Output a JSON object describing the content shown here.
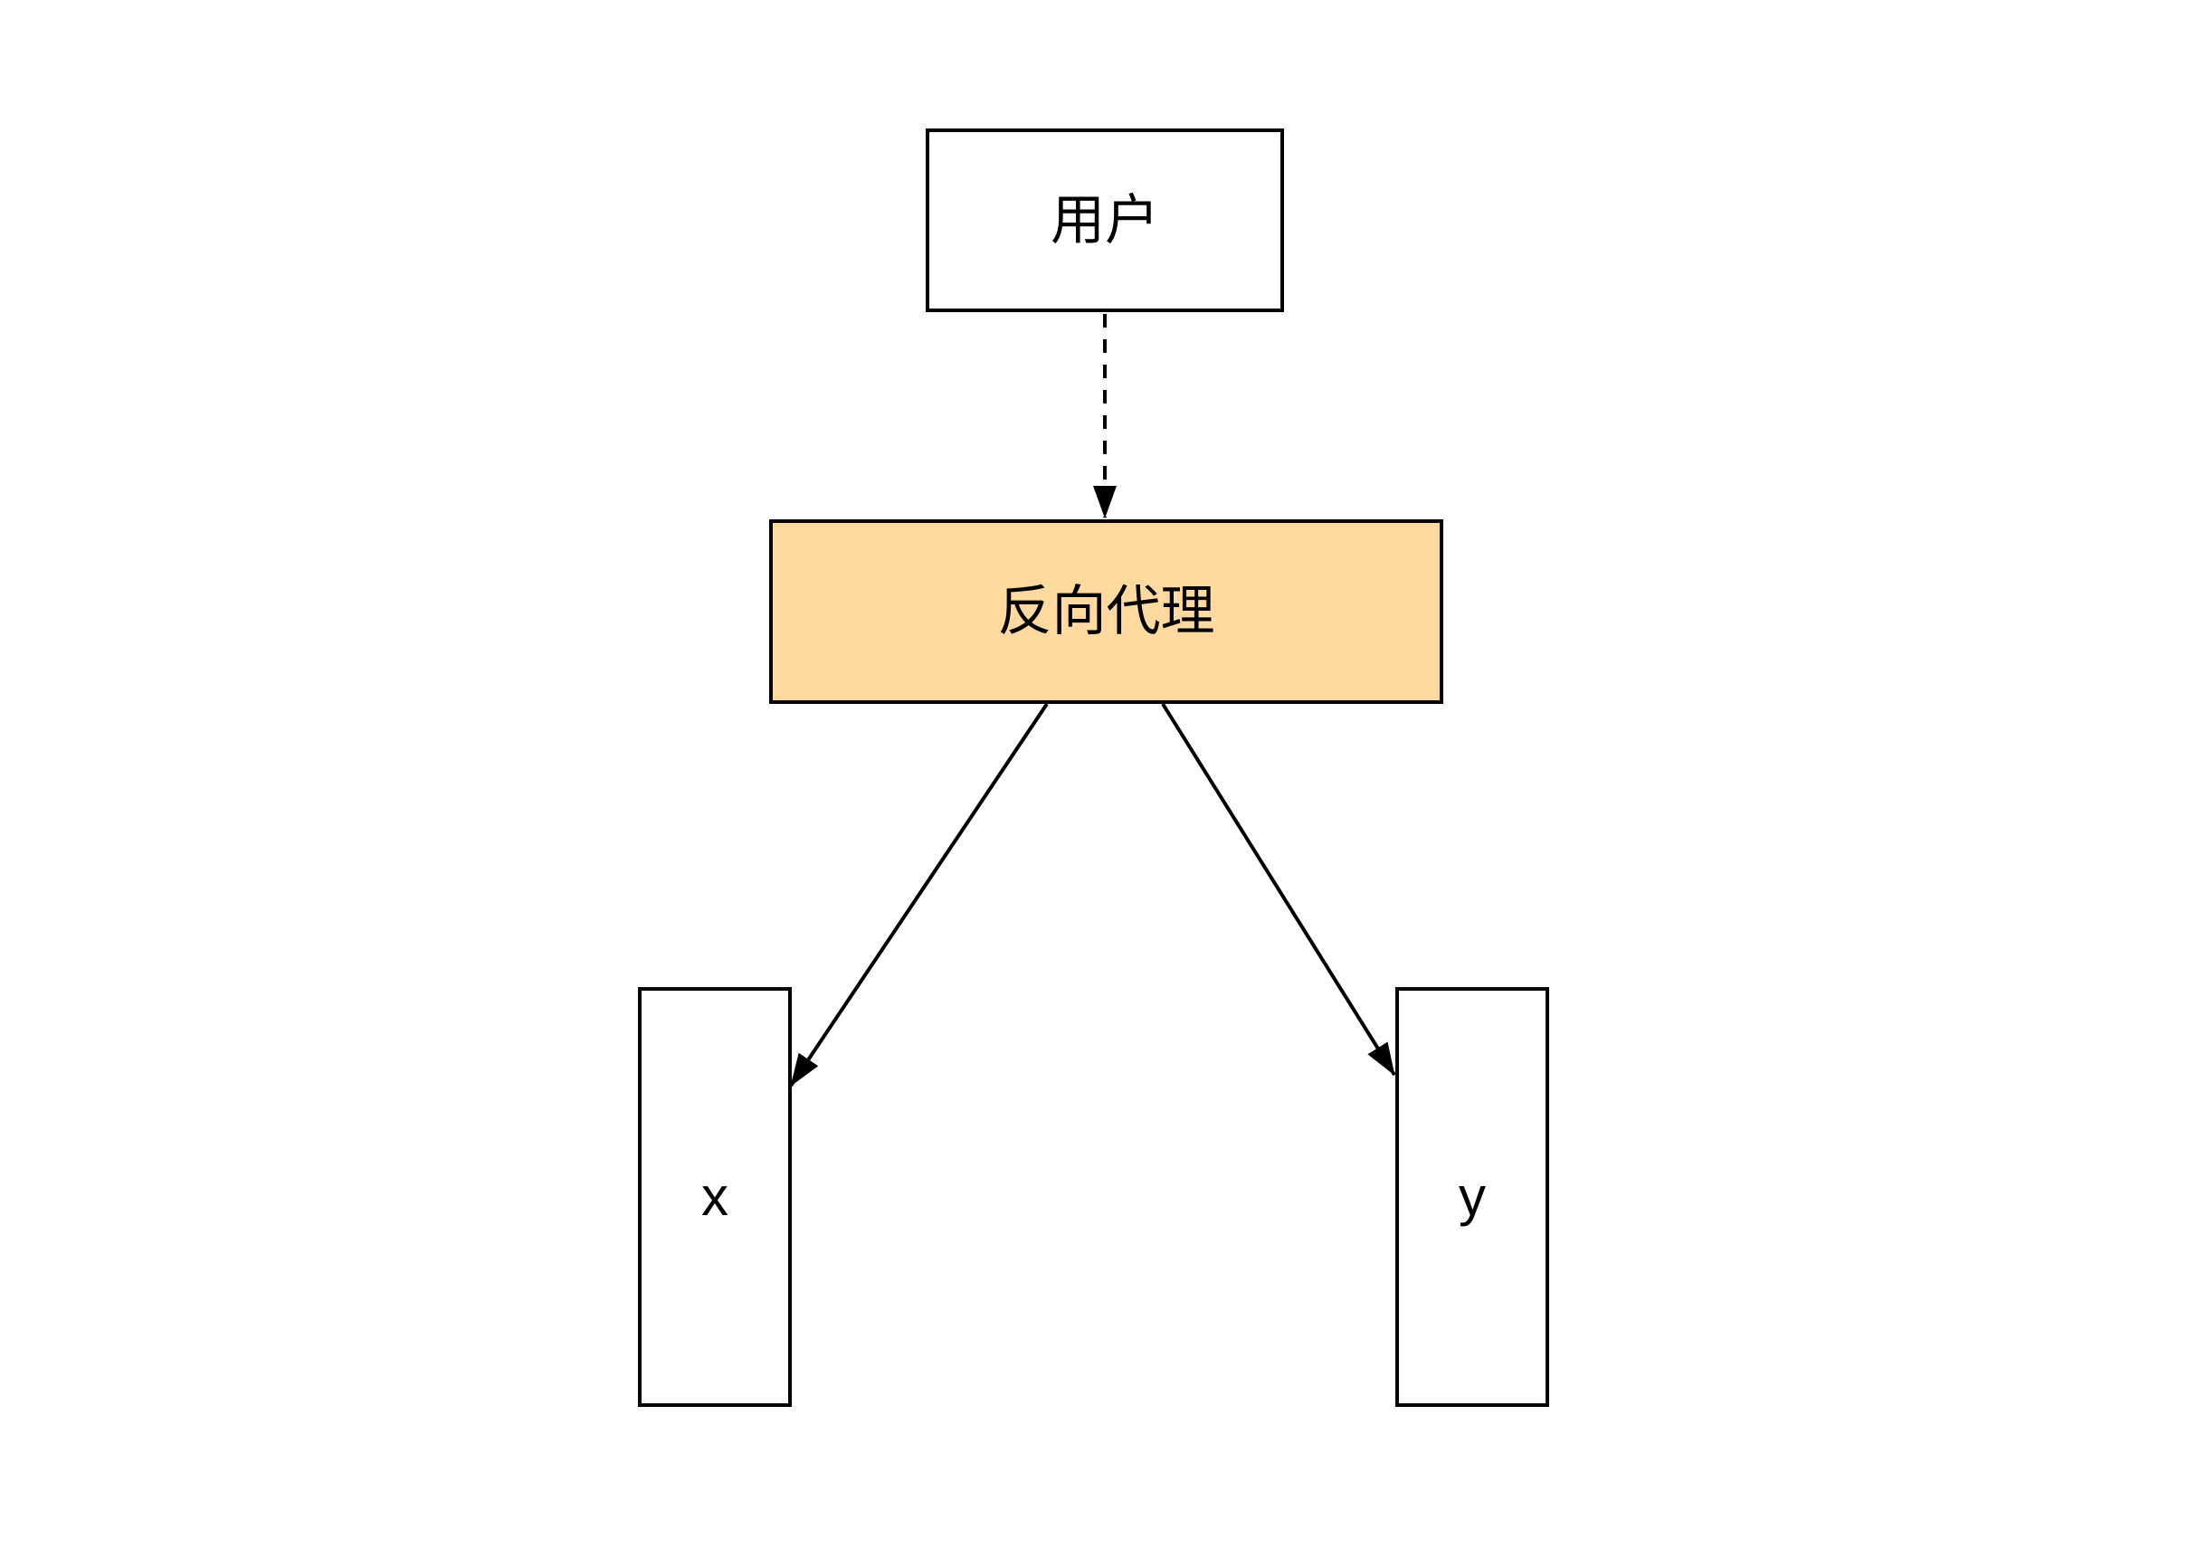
{
  "diagram": {
    "background_color": "#ffffff",
    "line_color": "#000000",
    "accent_fill_color": "#ffd9a0",
    "nodes": [
      {
        "id": "user",
        "label": "用户",
        "fill": "#ffffff",
        "stroke": "#000000",
        "shape": "rectangle"
      },
      {
        "id": "reverse-proxy",
        "label": "反向代理",
        "fill": "#ffd9a0",
        "stroke": "#000000",
        "shape": "rectangle"
      },
      {
        "id": "server-x",
        "label": "x",
        "fill": "#ffffff",
        "stroke": "#000000",
        "shape": "rectangle"
      },
      {
        "id": "server-y",
        "label": "y",
        "fill": "#ffffff",
        "stroke": "#000000",
        "shape": "rectangle"
      }
    ],
    "edges": [
      {
        "from": "user",
        "to": "reverse-proxy",
        "style": "dashed",
        "arrowhead": "filled-triangle"
      },
      {
        "from": "reverse-proxy",
        "to": "server-x",
        "style": "solid",
        "arrowhead": "filled-triangle"
      },
      {
        "from": "reverse-proxy",
        "to": "server-y",
        "style": "solid",
        "arrowhead": "filled-triangle"
      }
    ]
  }
}
